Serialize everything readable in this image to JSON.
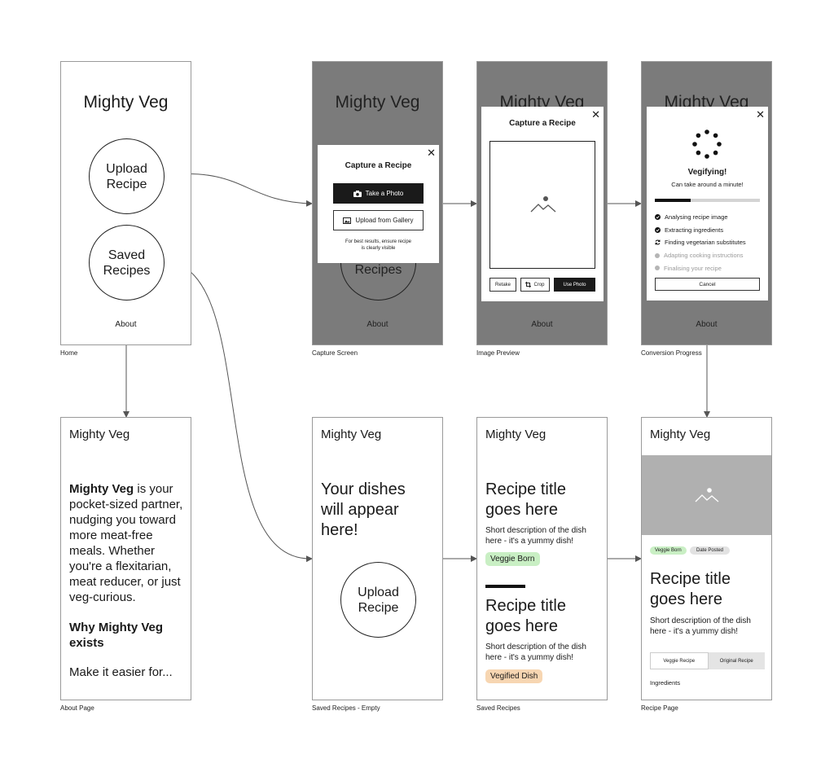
{
  "app_name": "Mighty Veg",
  "home": {
    "caption": "Home",
    "upload_label": "Upload\nRecipe",
    "saved_label": "Saved\nRecipes",
    "about_label": "About"
  },
  "capture": {
    "caption": "Capture Screen",
    "bg_title": "Mighty Veg",
    "bg_circle_label": "Recipes",
    "bg_about": "About",
    "modal_title": "Capture a Recipe",
    "take_photo": "Take a Photo",
    "upload_gallery": "Upload from Gallery",
    "hint": "For best results, ensure recipe\nis clearly visible",
    "close_icon": "close-icon"
  },
  "preview": {
    "caption": "Image Preview",
    "bg_title": "Mighty Veg",
    "bg_about": "About",
    "modal_title": "Capture a Recipe",
    "retake": "Retake",
    "crop": "Crop",
    "use_photo": "Use Photo"
  },
  "progress": {
    "caption": "Conversion Progress",
    "bg_title": "Mighty Veg",
    "bg_about": "About",
    "heading": "Vegifying!",
    "subheading": "Can take around a minute!",
    "progress_fraction": 0.34,
    "steps": [
      {
        "label": "Analysing recipe image",
        "status": "done"
      },
      {
        "label": "Extracting ingredients",
        "status": "done"
      },
      {
        "label": "Finding vegetarian substitutes",
        "status": "active"
      },
      {
        "label": "Adapting cooking instructions",
        "status": "pending"
      },
      {
        "label": "Finalising your recipe",
        "status": "pending"
      }
    ],
    "cancel": "Cancel"
  },
  "about": {
    "caption": "About Page",
    "header": "Mighty Veg",
    "intro_bold": "Mighty Veg",
    "intro_rest": " is your pocket-sized partner, nudging you toward more meat-free meals. Whether you're a flexitarian, meat reducer, or just veg-curious.",
    "why_heading": "Why Mighty Veg exists",
    "make_it": "Make it easier for..."
  },
  "saved_empty": {
    "caption": "Saved Recipes - Empty",
    "header": "Mighty Veg",
    "message": "Your dishes will appear here!",
    "upload_label": "Upload\nRecipe"
  },
  "saved": {
    "caption": "Saved Recipes",
    "header": "Mighty Veg",
    "recipes": [
      {
        "title": "Recipe title goes here",
        "desc": "Short description of the dish here - it's a yummy dish!",
        "tag": "Veggie Born",
        "tag_color": "#c9efc4"
      },
      {
        "title": "Recipe title goes here",
        "desc": "Short description of the dish here - it's a yummy dish!",
        "tag": "Vegified Dish",
        "tag_color": "#f7d6b2"
      }
    ]
  },
  "recipe_page": {
    "caption": "Recipe Page",
    "header": "Mighty Veg",
    "tags": [
      "Veggie Born",
      "Date Posted"
    ],
    "title": "Recipe title goes here",
    "desc": "Short description of the dish here - it's a yummy dish!",
    "tabs": [
      "Veggie Recipe",
      "Original Recipe"
    ],
    "ingredients_label": "Ingredients"
  },
  "colors": {
    "overlay": "#7b7b7b",
    "image_placeholder": "#b0b0b0",
    "veggie_tag": "#c9efc4",
    "vegified_tag": "#f7d6b2",
    "connector": "#555555"
  }
}
